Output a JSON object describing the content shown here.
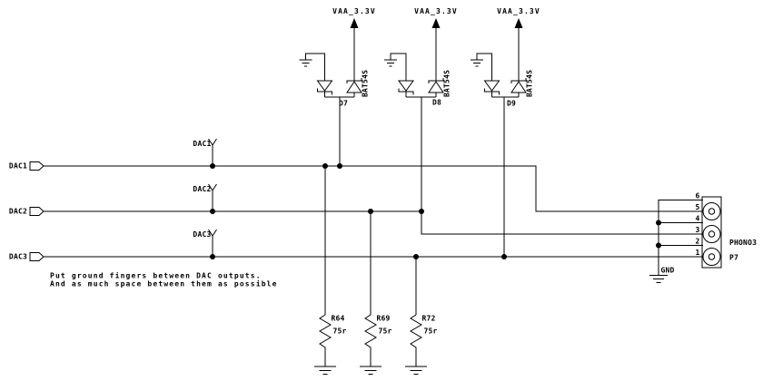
{
  "colors": {
    "background": "#ffffff",
    "ink": "#000000"
  },
  "power_rails": {
    "labels": [
      "VAA_3.3V",
      "VAA_3.3V",
      "VAA_3.3V"
    ]
  },
  "diodes": [
    {
      "ref": "D7",
      "part": "BAT54S"
    },
    {
      "ref": "D8",
      "part": "BAT54S"
    },
    {
      "ref": "D9",
      "part": "BAT54S"
    }
  ],
  "resistors": [
    {
      "ref": "R64",
      "value": "75r"
    },
    {
      "ref": "R69",
      "value": "75r"
    },
    {
      "ref": "R72",
      "value": "75r"
    }
  ],
  "dac_ports": [
    {
      "label": "DAC1"
    },
    {
      "label": "DAC2"
    },
    {
      "label": "DAC3"
    }
  ],
  "net_flags": [
    {
      "label": "DAC1"
    },
    {
      "label": "DAC2"
    },
    {
      "label": "DAC3"
    }
  ],
  "connector": {
    "name": "PHONO3",
    "ref": "P7",
    "pin_numbers": [
      "6",
      "5",
      "4",
      "3",
      "2",
      "1"
    ],
    "ground_label": "GND"
  },
  "note": {
    "line1": "Put ground fingers between DAC outputs.",
    "line2": "And as much space between them as possible"
  }
}
